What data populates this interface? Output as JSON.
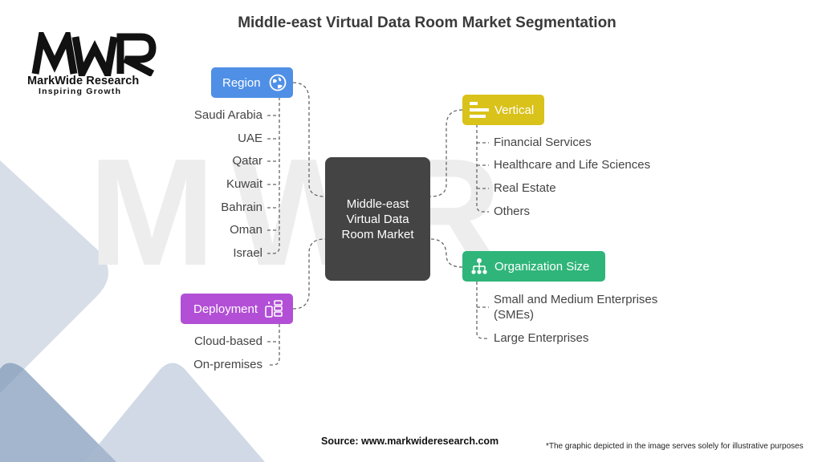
{
  "title": "Middle-east Virtual Data Room Market Segmentation",
  "logo": {
    "name": "MarkWide Research",
    "tagline": "Inspiring Growth",
    "mark": "MWR"
  },
  "center": "Middle-east Virtual Data Room Market",
  "segments": {
    "region": {
      "label": "Region",
      "color": "#4f8fe6",
      "icon": "globe-icon",
      "items": [
        "Saudi Arabia",
        "UAE",
        "Qatar",
        "Kuwait",
        "Bahrain",
        "Oman",
        "Israel"
      ]
    },
    "deployment": {
      "label": "Deployment",
      "color": "#b24fd6",
      "icon": "devices-icon",
      "items": [
        "Cloud-based",
        "On-premises"
      ]
    },
    "vertical": {
      "label": "Vertical",
      "color": "#d9c21a",
      "icon": "list-bars-icon",
      "items": [
        "Financial Services",
        "Healthcare and Life Sciences",
        "Real Estate",
        "Others"
      ]
    },
    "org_size": {
      "label": "Organization Size",
      "color": "#2fb57a",
      "icon": "hierarchy-icon",
      "items": [
        "Small and Medium Enterprises (SMEs)",
        "Large Enterprises"
      ]
    }
  },
  "footer": {
    "source": "Source: www.markwideresearch.com",
    "note": "*The graphic depicted in the image serves solely for illustrative purposes"
  }
}
